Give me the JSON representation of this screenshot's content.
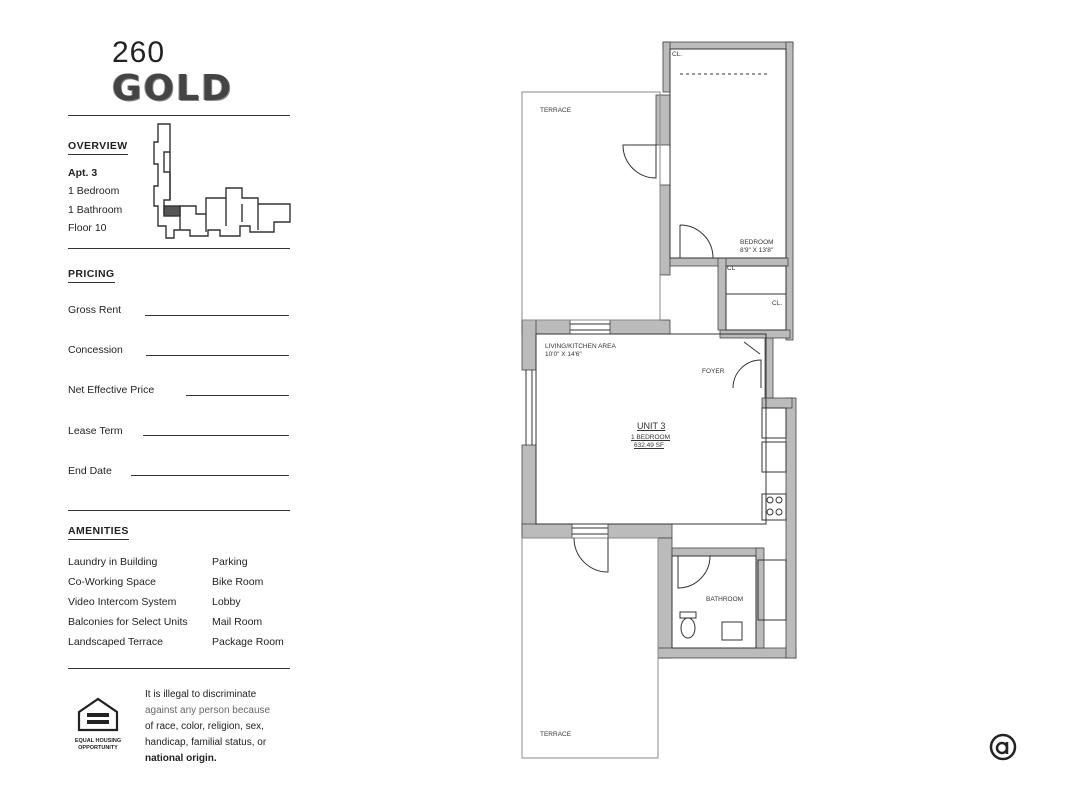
{
  "brand": {
    "number": "260",
    "word": "GOLD"
  },
  "overview": {
    "heading": "OVERVIEW",
    "lines": [
      "Apt. 3",
      "1 Bedroom",
      "1 Bathroom",
      "Floor 10"
    ]
  },
  "pricing": {
    "heading": "PRICING",
    "fields": [
      "Gross Rent",
      "Concession",
      "Net Effective Price",
      "Lease Term",
      "End Date"
    ]
  },
  "amenities": {
    "heading": "AMENITIES",
    "left": [
      "Laundry in Building",
      "Co-Working Space",
      "Video Intercom System",
      "Balconies for Select Units",
      "Landscaped Terrace"
    ],
    "right": [
      "Parking",
      "Bike Room",
      "Lobby",
      "Mail Room",
      "Package Room"
    ]
  },
  "equal_housing": {
    "logo_text": "EQUAL HOUSING OPPORTUNITY",
    "line1": "It is illegal to discriminate",
    "line2": "against any person because",
    "line3": "of race, color, religion, sex,",
    "line4": "handicap, familial status, or",
    "line5": "national origin."
  },
  "floorplan": {
    "terrace_top": "TERRACE",
    "terrace_bottom": "TERRACE",
    "closet_top": "CL.",
    "closet_a": "CL",
    "closet_b": "CL.",
    "bedroom": "BEDROOM",
    "bedroom_dims": "8'9\" X 13'8\"",
    "living": "LIVING/KITCHEN AREA",
    "living_dims": "10'0\" X 14'6\"",
    "foyer": "FOYER",
    "unit": "UNIT 3",
    "unit_beds": "1 BEDROOM",
    "unit_sf": "632.49 SF",
    "bathroom": "BATHROOM"
  }
}
